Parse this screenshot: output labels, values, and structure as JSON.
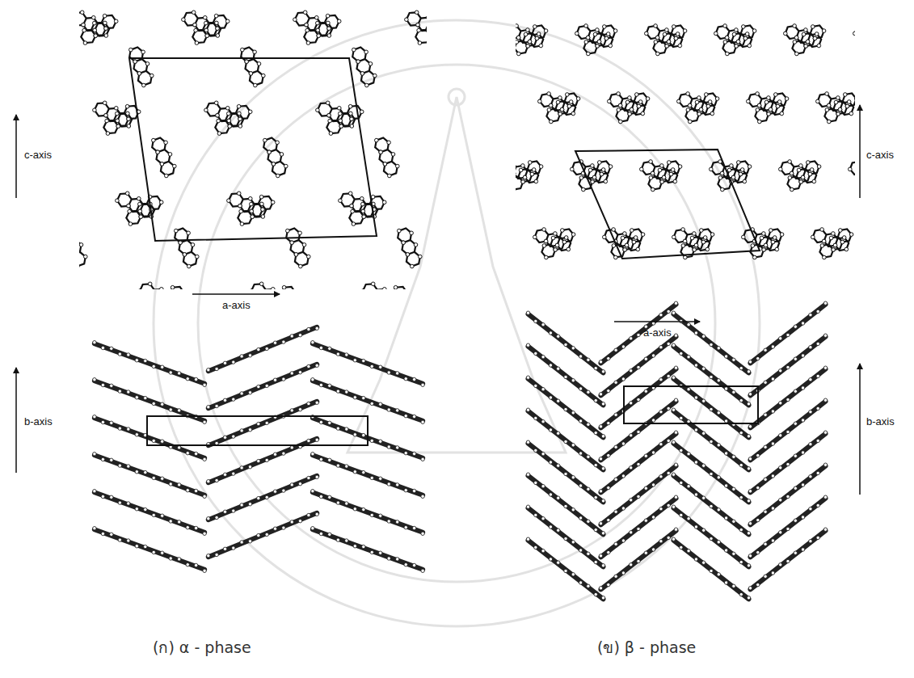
{
  "diagram": {
    "labels": [
      "c-axis",
      "a-axis",
      "b-axis",
      "c-axis",
      "a-axis",
      "b-axis",
      "(ก) α - phase",
      "(ข) β - phase"
    ]
  }
}
